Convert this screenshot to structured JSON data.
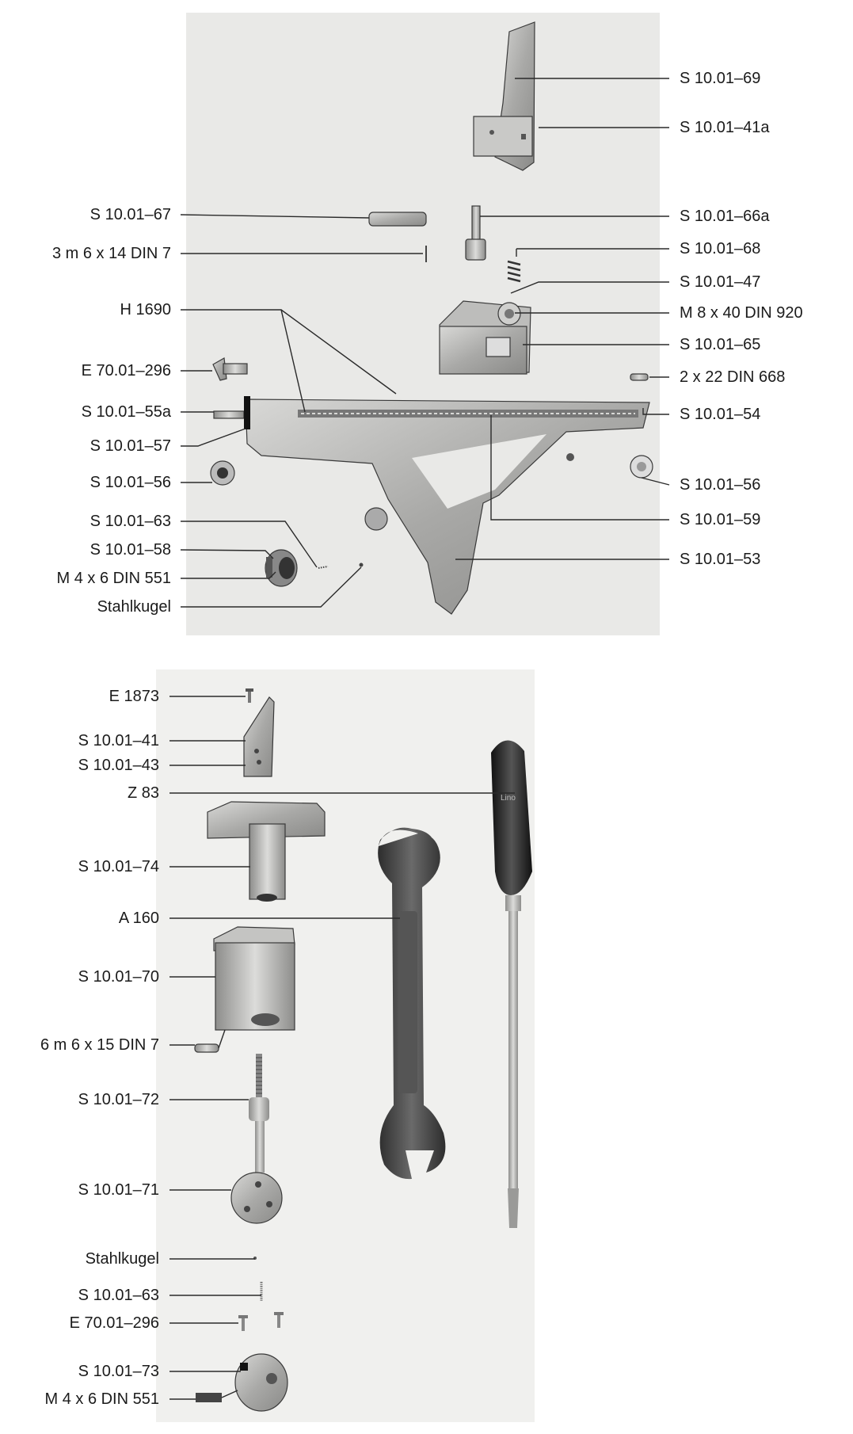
{
  "top_group": {
    "right_labels": [
      {
        "id": "s69",
        "text": "S  10.01–69"
      },
      {
        "id": "s41a",
        "text": "S  10.01–41a"
      },
      {
        "id": "s66a",
        "text": "S  10.01–66a"
      },
      {
        "id": "s68",
        "text": "S  10.01–68"
      },
      {
        "id": "s47",
        "text": "S  10.01–47"
      },
      {
        "id": "m840",
        "text": "M  8 x 40  DIN 920"
      },
      {
        "id": "s65",
        "text": "S  10.01–65"
      },
      {
        "id": "din668",
        "text": "2 x 22  DIN 668"
      },
      {
        "id": "s54",
        "text": "S  10.01–54"
      },
      {
        "id": "s56r",
        "text": "S  10.01–56"
      },
      {
        "id": "s59",
        "text": "S  10.01–59"
      },
      {
        "id": "s53",
        "text": "S  10.01–53"
      }
    ],
    "left_labels": [
      {
        "id": "s67",
        "text": "S  10.01–67"
      },
      {
        "id": "din7a",
        "text": "3 m 6 x 14  DIN 7"
      },
      {
        "id": "h1690",
        "text": "H  1690"
      },
      {
        "id": "e296a",
        "text": "E  70.01–296"
      },
      {
        "id": "s55a",
        "text": "S  10.01–55a"
      },
      {
        "id": "s57",
        "text": "S  10.01–57"
      },
      {
        "id": "s56l",
        "text": "S  10.01–56"
      },
      {
        "id": "s63a",
        "text": "S  10.01–63"
      },
      {
        "id": "s58",
        "text": "S  10.01–58"
      },
      {
        "id": "m46a",
        "text": "M  4 x 6  DIN 551"
      },
      {
        "id": "kugel_a",
        "text": "Stahlkugel"
      }
    ]
  },
  "bottom_group": {
    "left_labels": [
      {
        "id": "e1873",
        "text": "E  1873"
      },
      {
        "id": "s41",
        "text": "S  10.01–41"
      },
      {
        "id": "s43",
        "text": "S  10.01–43"
      },
      {
        "id": "z83",
        "text": "Z  83"
      },
      {
        "id": "s74",
        "text": "S  10.01–74"
      },
      {
        "id": "a160",
        "text": "A  160"
      },
      {
        "id": "s70",
        "text": "S  10.01–70"
      },
      {
        "id": "din7b",
        "text": "6 m 6 x 15  DIN 7"
      },
      {
        "id": "s72",
        "text": "S  10.01–72"
      },
      {
        "id": "s71",
        "text": "S  10.01–71"
      },
      {
        "id": "kugel_b",
        "text": "Stahlkugel"
      },
      {
        "id": "s63b",
        "text": "S  10.01–63"
      },
      {
        "id": "e296b",
        "text": "E  70.01–296"
      },
      {
        "id": "s73",
        "text": "S  10.01–73"
      },
      {
        "id": "m46b",
        "text": "M  4 x 6  DIN 551"
      }
    ]
  }
}
